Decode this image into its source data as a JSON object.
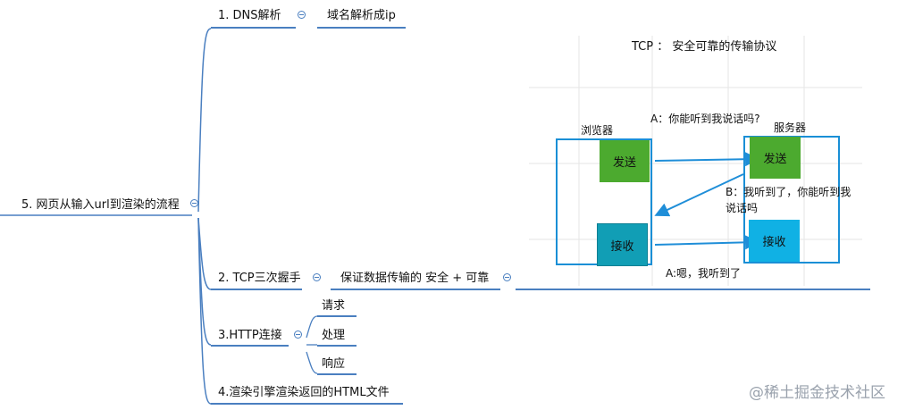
{
  "root": {
    "label": "5. 网页从输入url到渲染的流程"
  },
  "branches": [
    {
      "label": "1. DNS解析",
      "child": "域名解析成ip"
    },
    {
      "label": "2. TCP三次握手",
      "child": "保证数据传输的 安全 + 可靠"
    },
    {
      "label": "3.HTTP连接",
      "children": [
        "请求",
        "处理",
        "响应"
      ]
    },
    {
      "label": "4.渲染引擎渲染返回的HTML文件"
    }
  ],
  "tcp_diagram": {
    "title": "TCP ：  安全可靠的传输协议",
    "browser_label": "浏览器",
    "server_label": "服务器",
    "send": "发送",
    "receive": "接收",
    "msg_a1": "A：你能听到我说话吗?",
    "msg_b_line1": "B：我听到了，你能听到我",
    "msg_b_line2": "说话吗",
    "msg_a2": "A:嗯，我听到了"
  },
  "watermark": "@稀土掘金技术社区",
  "colors": {
    "line": "#4a7fc0",
    "frame": "#1a8fd6",
    "arrow": "#1f8ed8",
    "send": "#4caa2f",
    "receive_browser": "#119eb5",
    "receive_server": "#10b1e4"
  }
}
